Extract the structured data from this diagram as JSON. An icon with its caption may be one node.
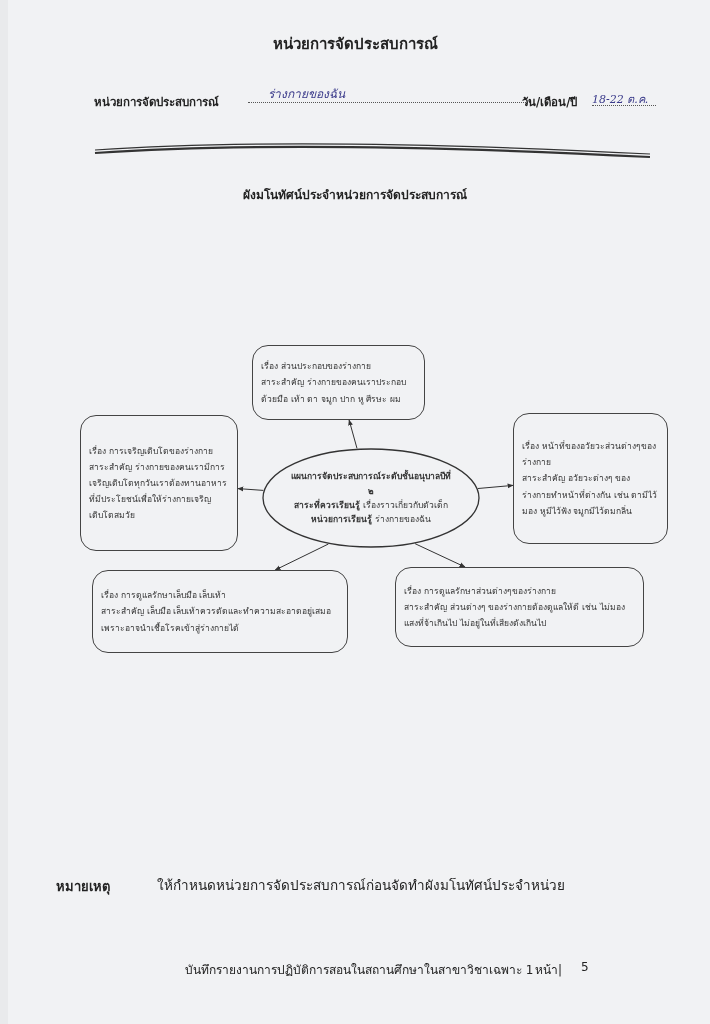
{
  "diagram": {
    "title": "หน่วยการจัดประสบการณ์",
    "nodes": [
      {
        "text": [
          "เรื่อง ส่วนประกอบของร่างกาย",
          "สาระสำคัญ ร่างกายของคนเราประกอบด้วยมือ เท้า ตา จมูก ปาก หู ศีรษะ ผม"
        ]
      },
      {
        "text": [
          "เรื่อง การเจริญเติบโตของร่างกาย",
          "สาระสำคัญ ร่างกายของคนเรามีการเจริญเติบโตทุกวันเราต้องทานอาหารที่มีประโยชน์เพื่อให้ร่างกายเจริญเติบโตสมวัย"
        ]
      },
      {
        "text": [
          "แผนการจัดประสบการณ์ระดับชั้นอนุบาลปีที่ ๒",
          "**สาระที่ควรเรียนรู้** เรื่องราวเกี่ยวกับตัวเด็ก",
          "**หน่วยการเรียนรู้** ร่างกายของฉัน"
        ]
      },
      {
        "text": [
          "เรื่อง หน้าที่ของอวัยวะส่วนต่างๆของร่างกาย",
          "สาระสำคัญ อวัยวะต่างๆ ของร่างกายทำหน้าที่ต่างกัน เช่น ตามีไว้มอง หูมีไว้ฟัง จมูกมีไว้ดมกลิ่น"
        ]
      },
      {
        "text": [
          "เรื่อง การดูแลรักษาเล็บมือ เล็บเท้า",
          "สาระสำคัญ เล็บมือ เล็บเท้าควรตัดและทำความสะอาดอยู่เสมอเพราะอาจนำเชื้อโรคเข้าสู่ร่างกายได้"
        ]
      },
      {
        "text": [
          "เรื่อง การดูแลรักษาส่วนต่างๆของร่างกาย",
          "สาระสำคัญ ส่วนต่างๆ ของร่างกายต้องดูแลให้ดี เช่น ไม่มองแสงที่จ้าเกินไป ไม่อยู่ในที่เสียงดังเกินไป"
        ]
      }
    ],
    "edges": [
      {
        "from": 2,
        "to": 0,
        "arrow": "to"
      },
      {
        "from": 2,
        "to": 1,
        "arrow": "to"
      },
      {
        "from": 2,
        "to": 3,
        "arrow": "to"
      },
      {
        "from": 2,
        "to": 4,
        "arrow": "to"
      },
      {
        "from": 2,
        "to": 5,
        "arrow": "to"
      }
    ],
    "labels": [
      "หน่วยการจัดประสบการณ์",
      "ร่างกายของฉัน",
      "วัน/เดือน/ปี",
      "18-22 ต.ค.",
      "ผังมโนทัศน์ประจำหน่วยการจัดประสบการณ์",
      "หมายเหตุ",
      "ให้กำหนดหน่วยการจัดประสบการณ์ก่อนจัดทำผังมโนทัศน์ประจำหน่วย",
      "บันทึกรายงานการปฏิบัติการสอนในสถานศึกษาในสาขาวิชาเฉพาะ 1",
      "หน้า|",
      "5"
    ]
  }
}
